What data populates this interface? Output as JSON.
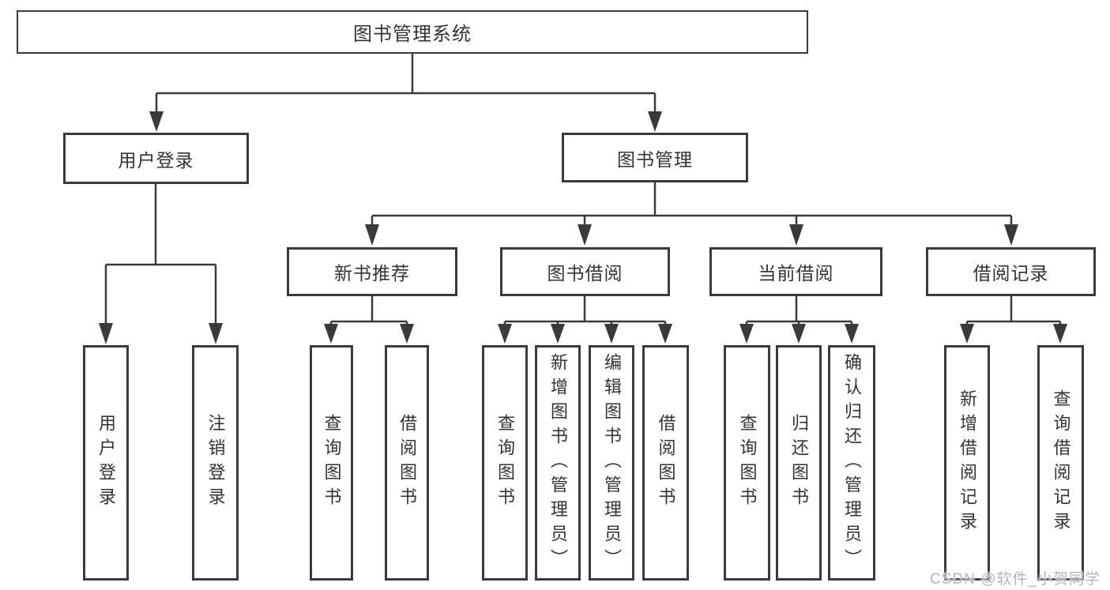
{
  "diagram": {
    "root": {
      "label": "图书管理系统",
      "children": [
        {
          "label": "用户登录",
          "children": [
            {
              "label": "用户登录"
            },
            {
              "label": "注销登录"
            }
          ]
        },
        {
          "label": "图书管理",
          "children": [
            {
              "label": "新书推荐",
              "children": [
                {
                  "label": "查询图书"
                },
                {
                  "label": "借阅图书"
                }
              ]
            },
            {
              "label": "图书借阅",
              "children": [
                {
                  "label": "查询图书"
                },
                {
                  "label": "新增图书（管理员）"
                },
                {
                  "label": "编辑图书（管理员）"
                },
                {
                  "label": "借阅图书"
                }
              ]
            },
            {
              "label": "当前借阅",
              "children": [
                {
                  "label": "查询图书"
                },
                {
                  "label": "归还图书"
                },
                {
                  "label": "确认归还（管理员）"
                }
              ]
            },
            {
              "label": "借阅记录",
              "children": [
                {
                  "label": "新增借阅记录"
                },
                {
                  "label": "查询借阅记录"
                }
              ]
            }
          ]
        }
      ]
    }
  },
  "watermark": {
    "text": "CSDN @软件_小贺同学"
  },
  "colors": {
    "line": "#3a3a3a",
    "text": "#333333",
    "watermark": "#b5b5b5",
    "background": "#ffffff"
  }
}
